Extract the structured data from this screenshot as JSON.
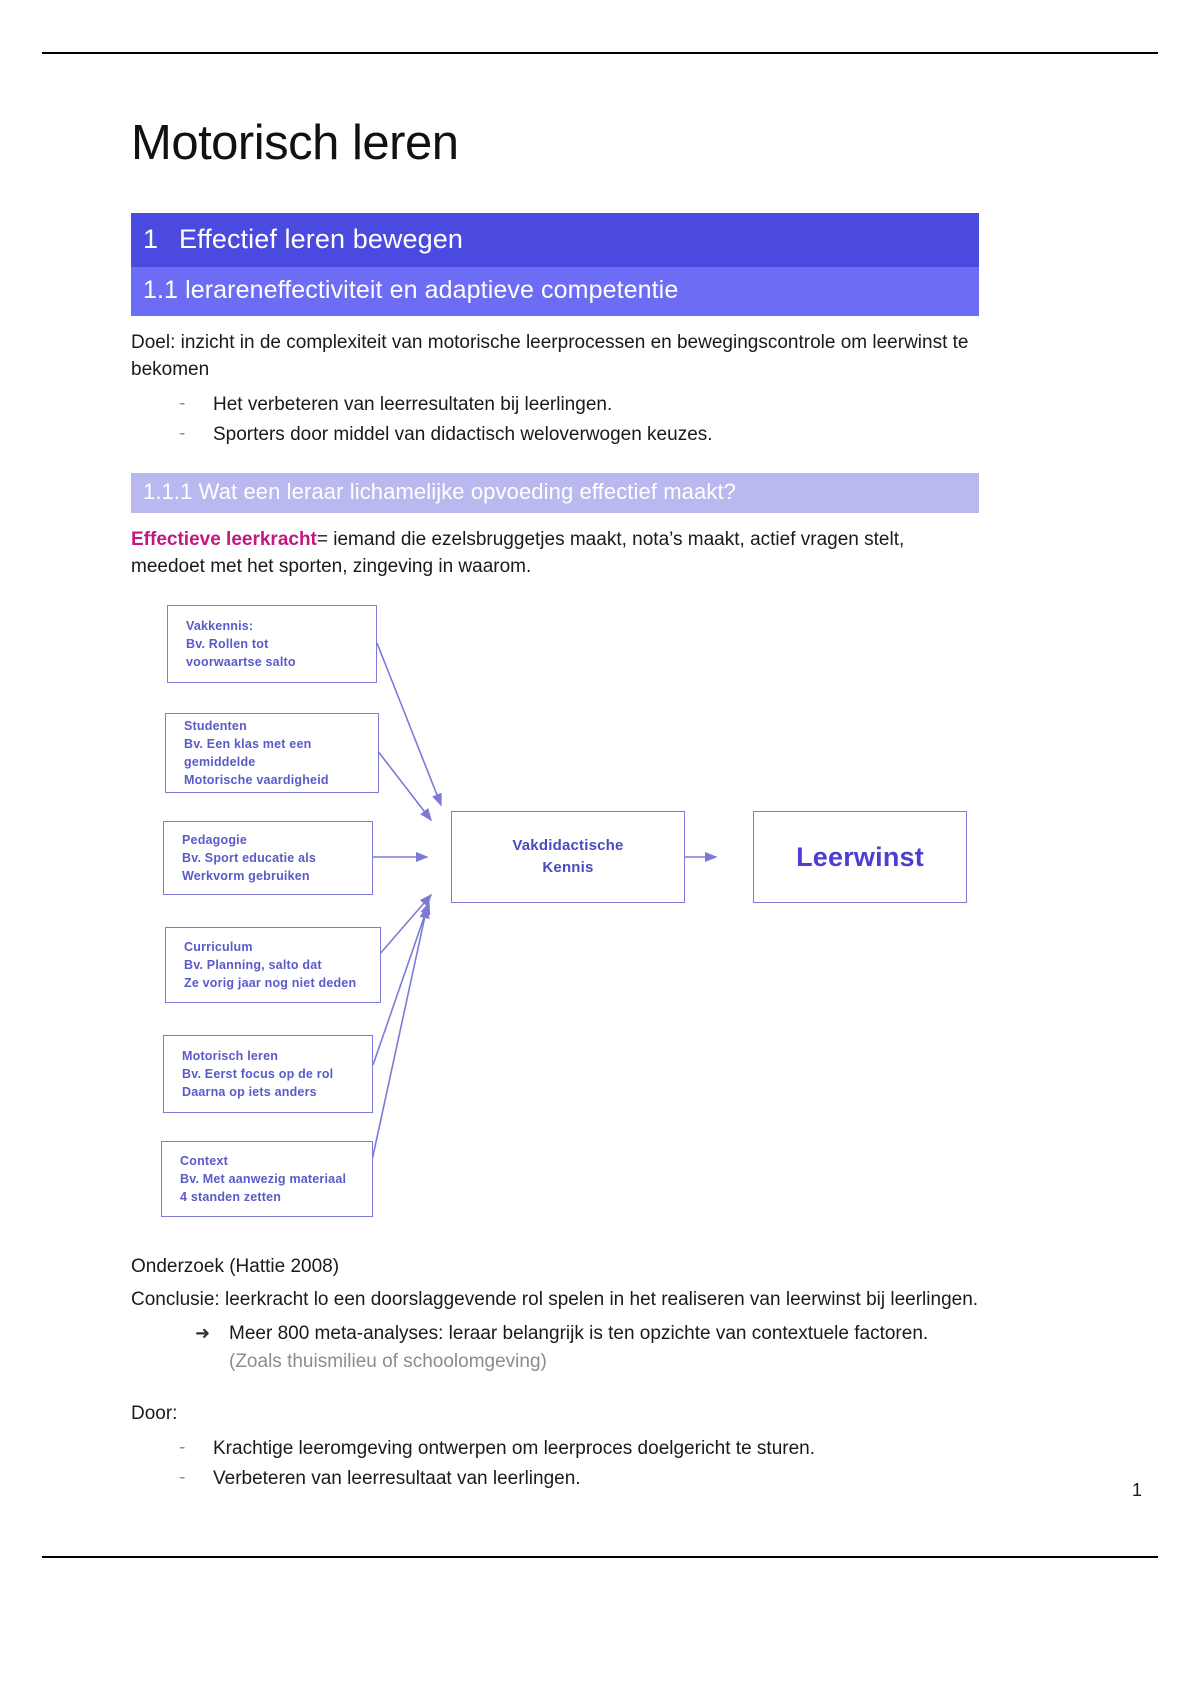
{
  "document": {
    "title": "Motorisch leren",
    "page_number": "1"
  },
  "headings": {
    "h1_number": "1",
    "h1_text": "Effectief leren bewegen",
    "h2_text": "1.1 lerareneffectiviteit en adaptieve competentie",
    "h3_text": "1.1.1 Wat een leraar lichamelijke opvoeding effectief maakt?"
  },
  "section_1_1": {
    "goal_paragraph": "Doel: inzicht in de complexiteit van motorische leerprocessen en bewegingscontrole om leerwinst te bekomen",
    "bullets": [
      "Het verbeteren van leerresultaten bij leerlingen.",
      "Sporters door middel van didactisch weloverwogen keuzes."
    ]
  },
  "section_1_1_1": {
    "definition_term": "Effectieve leerkracht",
    "definition_text": "= iemand die ezelsbruggetjes maakt, nota’s maakt, actief vragen stelt, meedoet met het sporten, zingeving in waarom."
  },
  "diagram": {
    "boxes": [
      {
        "id": "vakkennis",
        "lines": [
          "Vakkennis:",
          "Bv. Rollen tot",
          "voorwaartse salto"
        ]
      },
      {
        "id": "studenten",
        "lines": [
          "Studenten",
          "Bv. Een klas met een",
          "gemiddelde",
          "Motorische vaardigheid"
        ]
      },
      {
        "id": "pedagogie",
        "lines": [
          "Pedagogie",
          "Bv. Sport educatie als",
          "Werkvorm gebruiken"
        ]
      },
      {
        "id": "curriculum",
        "lines": [
          "Curriculum",
          "Bv. Planning, salto dat",
          "Ze vorig jaar nog niet deden"
        ]
      },
      {
        "id": "motorisch-leren",
        "lines": [
          "Motorisch leren",
          "Bv. Eerst focus op de rol",
          "Daarna op iets anders"
        ]
      },
      {
        "id": "context",
        "lines": [
          "Context",
          "Bv. Met aanwezig materiaal",
          "4 standen zetten"
        ]
      }
    ],
    "center_box": {
      "id": "vakdidactische-kennis",
      "lines": [
        "Vakdidactische",
        "Kennis"
      ]
    },
    "result_box": {
      "id": "leerwinst",
      "label": "Leerwinst"
    },
    "colors": {
      "border": "#7b7bd6",
      "text": "#5a5ac8",
      "result_text": "#4a3fd0",
      "arrow": "#7b7bd6"
    }
  },
  "research": {
    "line1": "Onderzoek (Hattie 2008)",
    "line2": "Conclusie: leerkracht lo een doorslaggevende rol spelen in het realiseren van leerwinst bij leerlingen.",
    "arrow_item_main": "Meer 800 meta-analyses: leraar belangrijk is ten opzichte van contextuele factoren.",
    "arrow_item_muted": "(Zoals thuismilieu of schoolomgeving)"
  },
  "door": {
    "label": "Door:",
    "bullets": [
      "Krachtige leeromgeving ontwerpen om leerproces doelgericht te sturen.",
      "Verbeteren van leerresultaat van leerlingen."
    ]
  }
}
